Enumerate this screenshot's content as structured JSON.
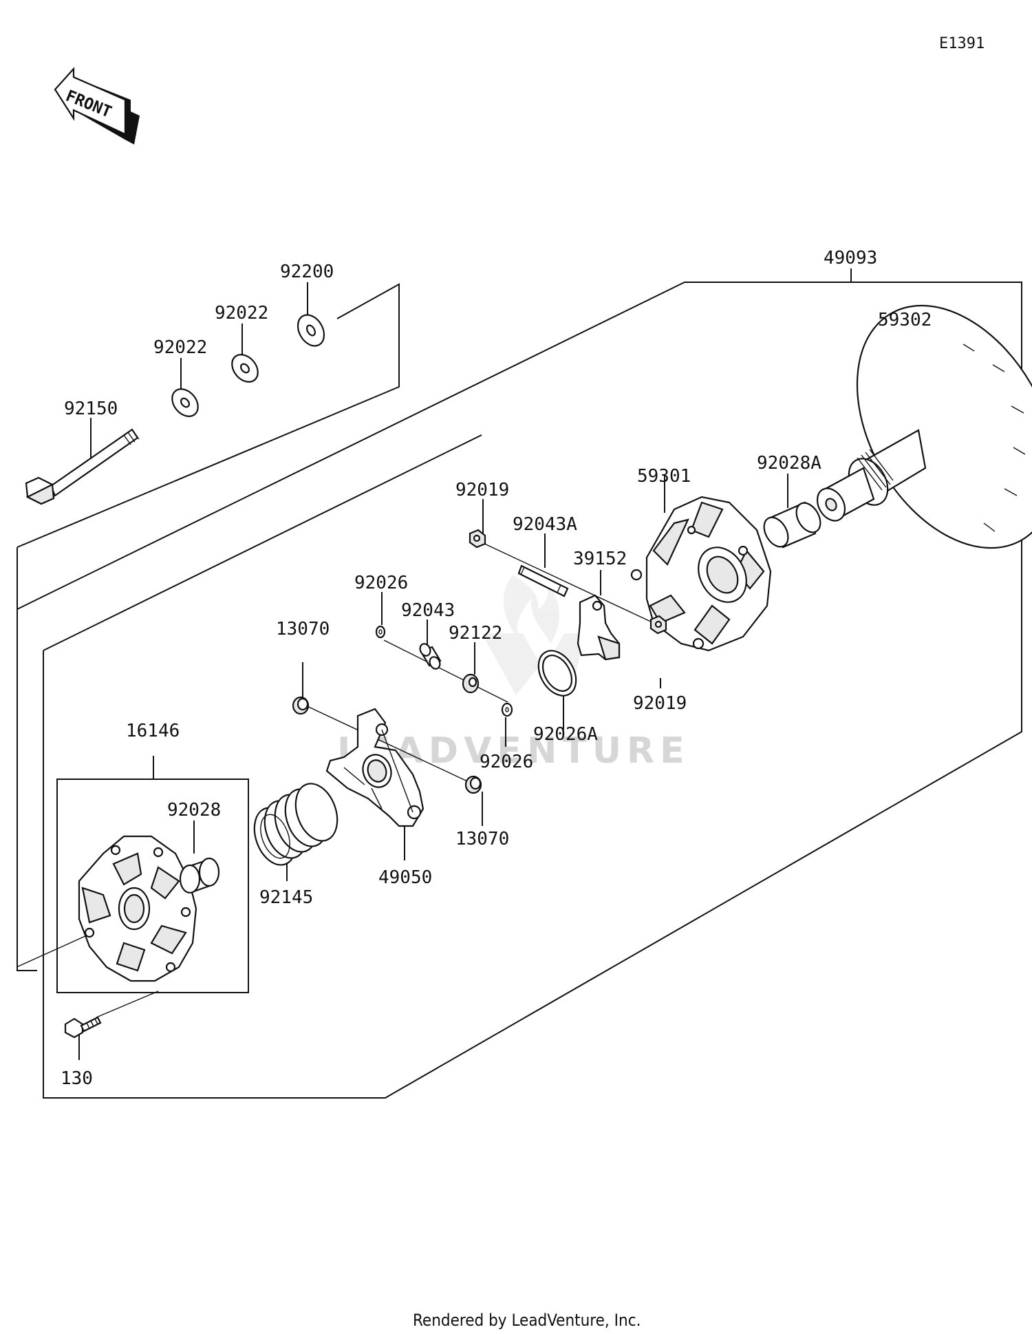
{
  "diagram": {
    "code": "E1391",
    "front_label": "FRONT",
    "watermark": "LEADVENTURE",
    "footer": "Rendered by LeadVenture, Inc.",
    "parts": [
      {
        "id": "49093",
        "label": "49093"
      },
      {
        "id": "59302",
        "label": "59302"
      },
      {
        "id": "92200",
        "label": "92200"
      },
      {
        "id": "92022a",
        "label": "92022"
      },
      {
        "id": "92022b",
        "label": "92022"
      },
      {
        "id": "92150",
        "label": "92150"
      },
      {
        "id": "92028A",
        "label": "92028A"
      },
      {
        "id": "59301",
        "label": "59301"
      },
      {
        "id": "92019a",
        "label": "92019"
      },
      {
        "id": "92043A",
        "label": "92043A"
      },
      {
        "id": "39152",
        "label": "39152"
      },
      {
        "id": "92026a",
        "label": "92026"
      },
      {
        "id": "92043",
        "label": "92043"
      },
      {
        "id": "92122",
        "label": "92122"
      },
      {
        "id": "13070a",
        "label": "13070"
      },
      {
        "id": "92019b",
        "label": "92019"
      },
      {
        "id": "92026A",
        "label": "92026A"
      },
      {
        "id": "92026b",
        "label": "92026"
      },
      {
        "id": "16146",
        "label": "16146"
      },
      {
        "id": "92028",
        "label": "92028"
      },
      {
        "id": "13070b",
        "label": "13070"
      },
      {
        "id": "92145",
        "label": "92145"
      },
      {
        "id": "49050",
        "label": "49050"
      },
      {
        "id": "130",
        "label": "130"
      }
    ]
  }
}
